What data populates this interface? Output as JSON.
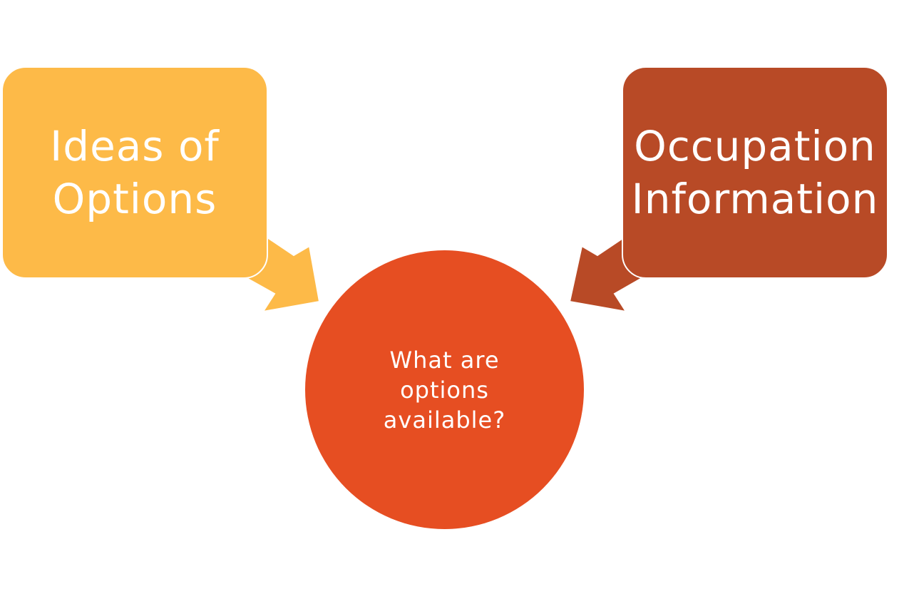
{
  "diagram": {
    "left_box": {
      "text": "Ideas of Options",
      "color": "#FDBA48"
    },
    "right_box": {
      "text": "Occupation Information",
      "color": "#B84A26"
    },
    "center": {
      "text": "What are options available?",
      "color": "#E64E22"
    }
  }
}
